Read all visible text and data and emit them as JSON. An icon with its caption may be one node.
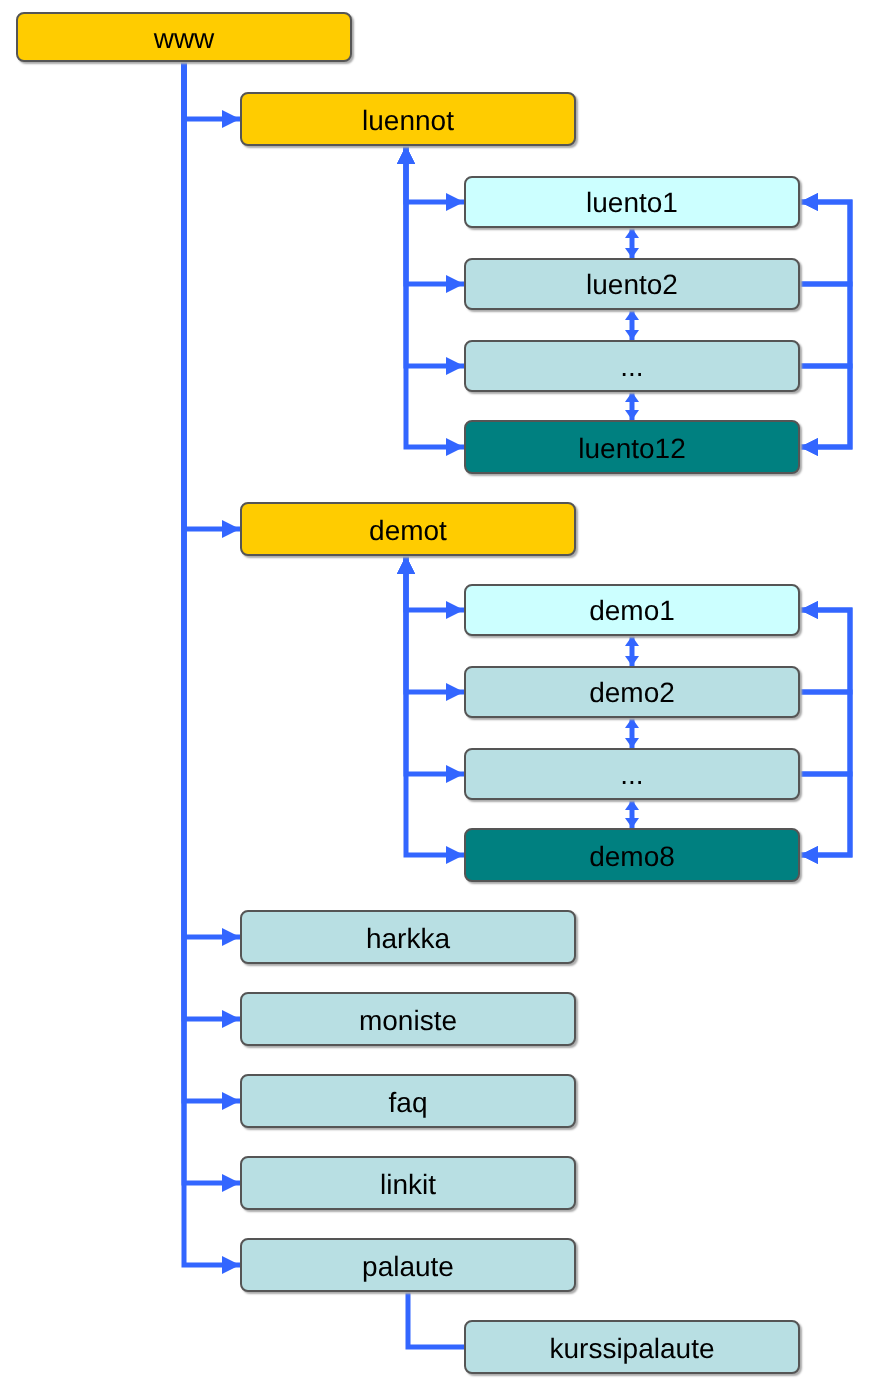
{
  "diagram": {
    "nodes": [
      {
        "text": [
          "www"
        ]
      },
      {
        "text": [
          "luennot"
        ]
      },
      {
        "text": [
          "luento1"
        ]
      },
      {
        "text": [
          "luento2"
        ]
      },
      {
        "text": [
          "..."
        ]
      },
      {
        "text": [
          "luento12"
        ]
      },
      {
        "text": [
          "demot"
        ]
      },
      {
        "text": [
          "demo1"
        ]
      },
      {
        "text": [
          "demo2"
        ]
      },
      {
        "text": [
          "..."
        ]
      },
      {
        "text": [
          "demo8"
        ]
      },
      {
        "text": [
          "harkka"
        ]
      },
      {
        "text": [
          "moniste"
        ]
      },
      {
        "text": [
          "faq"
        ]
      },
      {
        "text": [
          "linkit"
        ]
      },
      {
        "text": [
          "palaute"
        ]
      },
      {
        "text": [
          "kurssipalaute"
        ]
      }
    ],
    "edges": [
      {
        "from": 0,
        "to": 1,
        "arrow": "to"
      },
      {
        "from": 1,
        "to": 2,
        "arrow": "both"
      },
      {
        "from": 1,
        "to": 3,
        "arrow": "both"
      },
      {
        "from": 1,
        "to": 4,
        "arrow": "both"
      },
      {
        "from": 1,
        "to": 5,
        "arrow": "both"
      },
      {
        "from": 2,
        "to": 3,
        "arrow": "both"
      },
      {
        "from": 3,
        "to": 4,
        "arrow": "both"
      },
      {
        "from": 4,
        "to": 5,
        "arrow": "both"
      },
      {
        "from": 3,
        "to": 2,
        "arrow": "to"
      },
      {
        "from": 3,
        "to": 5,
        "arrow": "to"
      },
      {
        "from": 4,
        "to": 2,
        "arrow": "to"
      },
      {
        "from": 4,
        "to": 5,
        "arrow": "to"
      },
      {
        "from": 0,
        "to": 6,
        "arrow": "to"
      },
      {
        "from": 6,
        "to": 7,
        "arrow": "both"
      },
      {
        "from": 6,
        "to": 8,
        "arrow": "both"
      },
      {
        "from": 6,
        "to": 9,
        "arrow": "both"
      },
      {
        "from": 6,
        "to": 10,
        "arrow": "both"
      },
      {
        "from": 7,
        "to": 8,
        "arrow": "both"
      },
      {
        "from": 8,
        "to": 9,
        "arrow": "both"
      },
      {
        "from": 9,
        "to": 10,
        "arrow": "both"
      },
      {
        "from": 8,
        "to": 7,
        "arrow": "to"
      },
      {
        "from": 8,
        "to": 10,
        "arrow": "to"
      },
      {
        "from": 9,
        "to": 7,
        "arrow": "to"
      },
      {
        "from": 9,
        "to": 10,
        "arrow": "to"
      },
      {
        "from": 0,
        "to": 11,
        "arrow": "to"
      },
      {
        "from": 0,
        "to": 12,
        "arrow": "to"
      },
      {
        "from": 0,
        "to": 13,
        "arrow": "to"
      },
      {
        "from": 0,
        "to": 14,
        "arrow": "to"
      },
      {
        "from": 0,
        "to": 15,
        "arrow": "to"
      },
      {
        "from": 15,
        "to": 16,
        "arrow": "none"
      }
    ]
  }
}
